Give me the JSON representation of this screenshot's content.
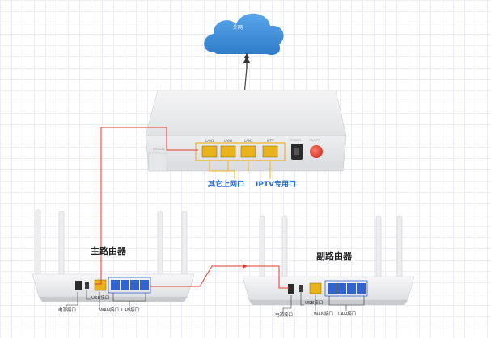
{
  "cloud": {
    "label": "外网"
  },
  "modem": {
    "optical_label": "OPTICAL",
    "power_label": "POWER",
    "onoff_label": "ON/OFF",
    "ports": [
      "LAN1",
      "LAN2",
      "LAN3",
      "IPTV"
    ],
    "label_other": "其它上网口",
    "label_iptv": "IPTV专用口"
  },
  "main_router": {
    "title": "主路由器",
    "power_port": "电源接口",
    "usb_port": "USB接口",
    "wan_port": "WAN接口",
    "lan_port": "LAN接口"
  },
  "sub_router": {
    "title": "副路由器",
    "power_port": "电源接口",
    "usb_port": "USB接口",
    "wan_port": "WAN接口",
    "lan_port": "LAN接口"
  },
  "colors": {
    "cloud": "#3d8fd8",
    "cable": "#e23a2f",
    "fiber": "#333333",
    "label_blue": "#2a6fd6",
    "wan_yellow": "#e8b31c",
    "lan_blue": "#2f63d0",
    "power_red": "#e74a3b"
  }
}
